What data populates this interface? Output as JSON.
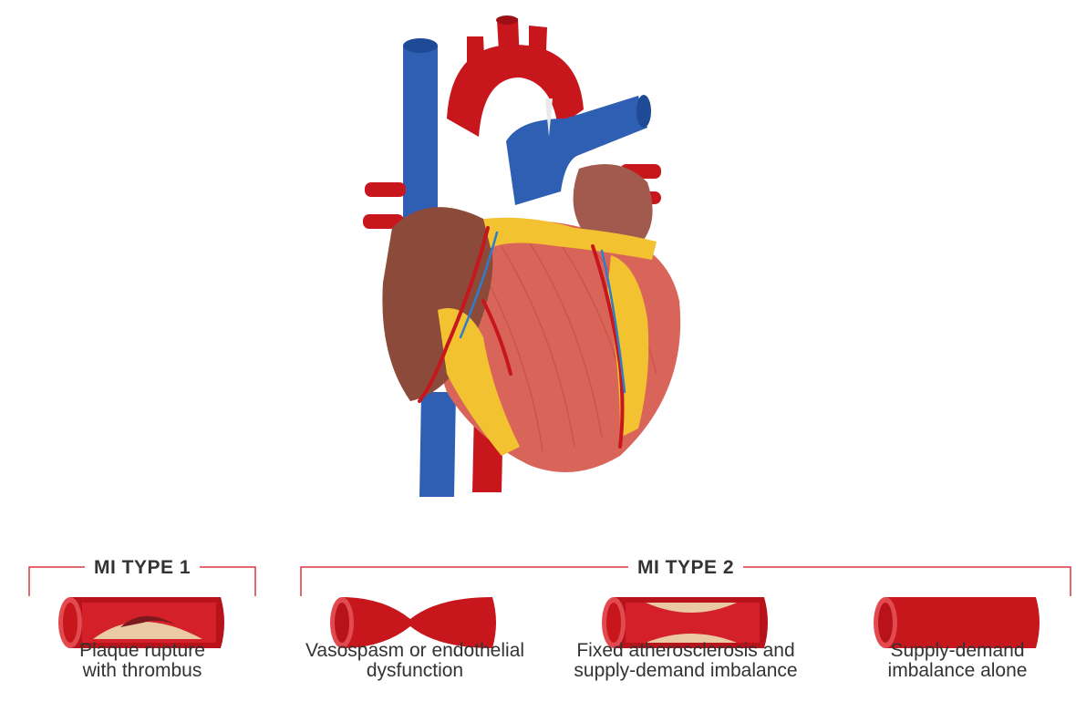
{
  "diagram": {
    "groups": [
      {
        "label": "MI TYPE 1"
      },
      {
        "label": "MI TYPE 2"
      }
    ],
    "panels": [
      {
        "line1": "Plaque rupture",
        "line2": "with thrombus",
        "icon": "vessel-plaque-thrombus"
      },
      {
        "line1": "Vasospasm or endothelial",
        "line2": "dysfunction",
        "icon": "vessel-vasospasm"
      },
      {
        "line1": "Fixed atherosclerosis and",
        "line2": "supply-demand imbalance",
        "icon": "vessel-fixed-atherosclerosis"
      },
      {
        "line1": "Supply-demand",
        "line2": "imbalance alone",
        "icon": "vessel-normal"
      }
    ],
    "colors": {
      "artery_red": "#c8161d",
      "vein_blue": "#2f5fb3",
      "fat_yellow": "#f2c230",
      "muscle": "#d9655a",
      "bracket_red": "#d9393f",
      "plaque": "#ebc9a4"
    }
  }
}
